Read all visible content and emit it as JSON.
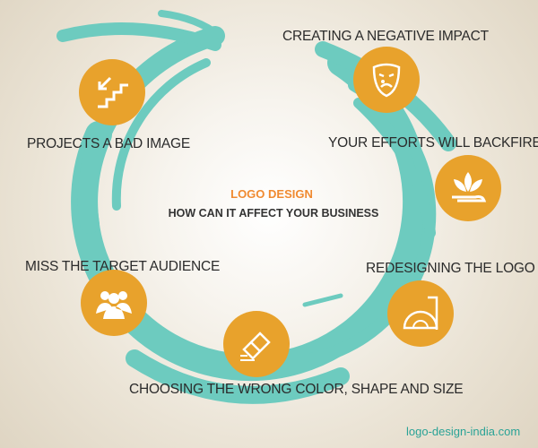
{
  "header": {
    "title": "LOGO DESIGN",
    "subtitle": "HOW CAN IT AFFECT YOUR BUSINESS"
  },
  "items": [
    {
      "label": "CREATING A NEGATIVE IMPACT",
      "icon": "sad-mask-icon"
    },
    {
      "label": "PROJECTS A BAD IMAGE",
      "icon": "stairs-down-icon"
    },
    {
      "label": "YOUR EFFORTS WILL BACKFIRE",
      "icon": "plant-hand-icon"
    },
    {
      "label": "MISS THE TARGET AUDIENCE",
      "icon": "people-group-icon"
    },
    {
      "label": "REDESIGNING THE LOGO",
      "icon": "protractor-ruler-icon"
    },
    {
      "label": "CHOOSING THE WRONG COLOR, SHAPE AND SIZE",
      "icon": "eraser-icon"
    }
  ],
  "footer": {
    "site": "logo-design-india.com"
  },
  "colors": {
    "teal": "#6dcbbf",
    "orange": "#e8a22c",
    "title_orange": "#f08a30"
  }
}
